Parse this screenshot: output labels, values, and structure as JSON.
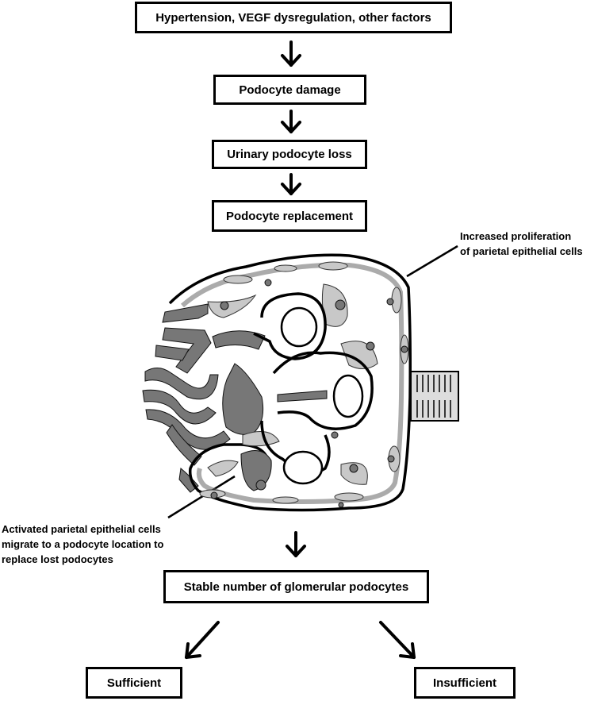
{
  "flow": {
    "factors": "Hypertension, VEGF dysregulation, other factors",
    "podocyte_damage": "Podocyte damage",
    "urinary_loss": "Urinary podocyte loss",
    "replacement": "Podocyte replacement",
    "stable_number": "Stable number of glomerular podocytes",
    "sufficient": "Sufficient",
    "insufficient": "Insufficient"
  },
  "annotations": {
    "proliferation": [
      "Increased proliferation",
      "of parietal epithelial cells"
    ],
    "migration": [
      "Activated parietal epithelial cells",
      "migrate to a podocyte location to",
      "replace lost podocytes"
    ]
  },
  "colors": {
    "line": "#000000",
    "dark_gray": "#777777",
    "light_gray": "#c8c8c8",
    "background": "#ffffff"
  }
}
